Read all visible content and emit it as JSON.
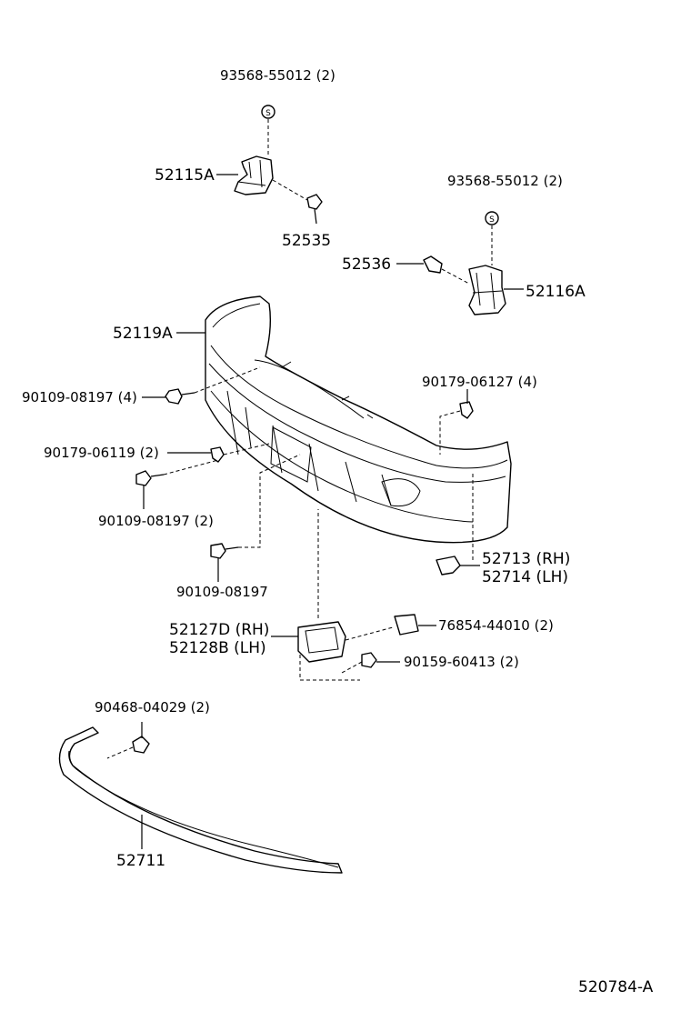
{
  "labels": {
    "p93568_top": "93568-55012 (2)",
    "p52115A": "52115A",
    "p52535": "52535",
    "p93568_right": "93568-55012 (2)",
    "p52536": "52536",
    "p52116A": "52116A",
    "p52119A": "52119A",
    "p90109_4": "90109-08197 (4)",
    "p90179_06127": "90179-06127 (4)",
    "p90179_06119": "90179-06119 (2)",
    "p90109_2": "90109-08197 (2)",
    "p90109_single": "90109-08197",
    "p52713": "52713 (RH)",
    "p52714": "52714 (LH)",
    "p52127D": "52127D (RH)",
    "p52128B": "52128B (LH)",
    "p76854": "76854-44010 (2)",
    "p90159": "90159-60413 (2)",
    "p90468": "90468-04029 (2)",
    "p52711": "52711",
    "diagram_id": "520784-A"
  },
  "icons": {
    "sealer_symbol": "S"
  }
}
